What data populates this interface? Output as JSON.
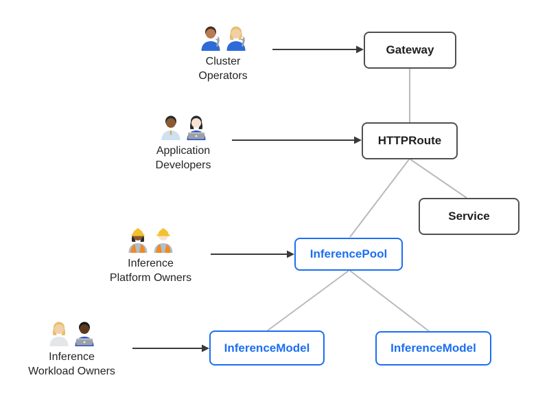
{
  "colors": {
    "accent_blue": "#1b6ef2",
    "node_border": "#4f4f4f",
    "node_text": "#1f1f1f",
    "edge_gray": "#b9b9b9",
    "arrow_dark": "#3a3a3a",
    "background": "#ffffff"
  },
  "nodes": {
    "gateway": {
      "label": "Gateway"
    },
    "httproute": {
      "label": "HTTPRoute"
    },
    "service": {
      "label": "Service"
    },
    "inference_pool": {
      "label": "InferencePool"
    },
    "inference_model_left": {
      "label": "InferenceModel"
    },
    "inference_model_right": {
      "label": "InferenceModel"
    }
  },
  "actors": {
    "cluster_operators": {
      "label_line1": "Cluster",
      "label_line2": "Operators",
      "emoji_chars": "👨🏽‍🔧 👩🏼‍🔧",
      "persons": [
        {
          "skin": "#b97a56",
          "hair": "#4a2f23",
          "shirt": "#2e6bd8",
          "wrench": true
        },
        {
          "skin": "#f3cfa6",
          "hair": "#e5c06b",
          "long_hair": true,
          "shirt": "#2e6bd8",
          "wrench": true
        }
      ]
    },
    "application_developers": {
      "label_line1": "Application",
      "label_line2": "Developers",
      "emoji_chars": "👨🏾‍💼 👩🏻‍💻",
      "persons": [
        {
          "skin": "#8a5a33",
          "hair": "#2a2a2a",
          "shirt": "#cfe0f2",
          "tie": "#e9a13b"
        },
        {
          "skin": "#f7e3d4",
          "hair": "#2a2a2a",
          "long_hair": true,
          "shirt": "#2f52c9",
          "laptop": "#9aa0a6"
        }
      ]
    },
    "inference_platform_owners": {
      "label_line1": "Inference",
      "label_line2": "Platform Owners",
      "emoji_chars": "👷🏾‍♀️ 👷🏻‍♂️",
      "persons": [
        {
          "skin": "#8a5a33",
          "hair": "#2a2a2a",
          "long_hair": true,
          "shirt": "#aebfd0",
          "vest": "#f08a24",
          "hat": "#f2c12e"
        },
        {
          "skin": "#f7e3d4",
          "hair": "#b98a4a",
          "shirt": "#aebfd0",
          "vest": "#f08a24",
          "hat": "#f2c12e"
        }
      ]
    },
    "inference_workload_owners": {
      "label_line1": "Inference",
      "label_line2": "Workload Owners",
      "emoji_chars": "🧑🏼‍⚕️ 👨🏿‍💻",
      "persons": [
        {
          "skin": "#f3cfa6",
          "hair": "#e5c06b",
          "long_hair": true,
          "shirt": "#e4e7ea"
        },
        {
          "skin": "#5b3a21",
          "hair": "#181818",
          "shirt": "#2f52c9",
          "laptop": "#9aa0a6"
        }
      ]
    }
  }
}
